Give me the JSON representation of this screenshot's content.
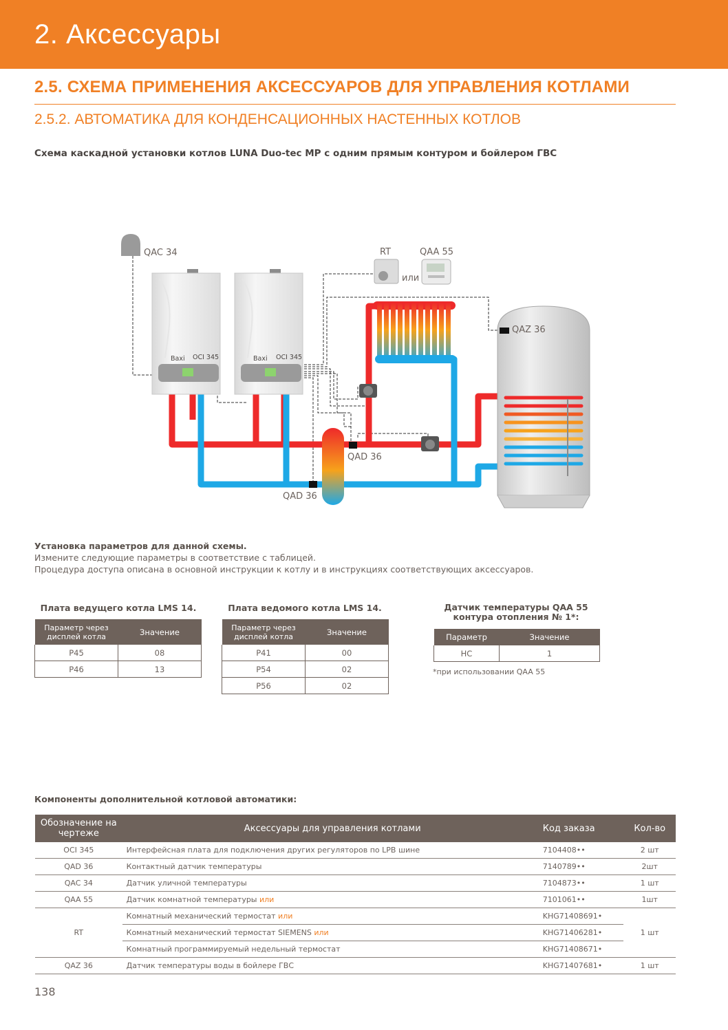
{
  "header": {
    "title": "2. Аксессуары"
  },
  "section": {
    "h1": "2.5. СХЕМА ПРИМЕНЕНИЯ АКСЕССУАРОВ ДЛЯ УПРАВЛЕНИЯ КОТЛАМИ",
    "h2": "2.5.2. АВТОМАТИКА ДЛЯ КОНДЕНСАЦИОННЫХ НАСТЕННЫХ КОТЛОВ",
    "subtitle": "Схема каскадной установки котлов LUNA Duo-tec MP с одним прямым контуром и бойлером ГВС"
  },
  "diagram": {
    "qac": "QAC 34",
    "rt": "RT",
    "qaa": "QAA 55",
    "or": "или",
    "oci_1": "OCI 345",
    "oci_2": "OCI 345",
    "qaz": "QAZ 36",
    "qad_1": "QAD 36",
    "qad_2": "QAD 36",
    "brand_1": "Baxi",
    "brand_2": "Baxi"
  },
  "setup": {
    "title": "Установка параметров для данной схемы.",
    "line1": "Измените следующие параметры в соответствие с таблицей.",
    "line2": "Процедура доступа описана в основной инструкции к котлу и в инструкциях соответствующих аксессуаров."
  },
  "table1": {
    "caption": "Плата ведущего котла LMS 14.",
    "head_param": "Параметр через дисплей котла",
    "head_value": "Значение",
    "rows": [
      [
        "P45",
        "08"
      ],
      [
        "P46",
        "13"
      ]
    ]
  },
  "table2": {
    "caption": "Плата ведомого котла LMS 14.",
    "head_param": "Параметр через дисплей котла",
    "head_value": "Значение",
    "rows": [
      [
        "P41",
        "00"
      ],
      [
        "P54",
        "02"
      ],
      [
        "P56",
        "02"
      ]
    ]
  },
  "table3": {
    "caption_1": "Датчик температуры QAA 55",
    "caption_2": "контура отопления № 1*:",
    "head_param": "Параметр",
    "head_value": "Значение",
    "rows": [
      [
        "HC",
        "1"
      ]
    ],
    "note": "*при использовании QAA 55"
  },
  "components": {
    "caption": "Компоненты дополнительной котловой автоматики:",
    "head_code": "Обозначение на чертеже",
    "head_desc": "Аксессуары для управления котлами",
    "head_order": "Код заказа",
    "head_qty": "Кол-во",
    "rows": [
      {
        "code": "OCI 345",
        "desc": "Интерфейсная плата для подключения других регуляторов по LPB шине",
        "or": "",
        "order": "7104408••",
        "qty": "2 шт"
      },
      {
        "code": "QAD 36",
        "desc": "Контактный датчик температуры",
        "or": "",
        "order": "7140789••",
        "qty": "2шт"
      },
      {
        "code": "QAC 34",
        "desc": "Датчик уличной температуры",
        "or": "",
        "order": "7104873••",
        "qty": "1 шт"
      },
      {
        "code": "QAA 55",
        "desc": "Датчик комнатной температуры ",
        "or": "или",
        "order": "7101061••",
        "qty": "1шт"
      },
      {
        "code": "RT",
        "desc": "Комнатный механический термостат ",
        "or": "или",
        "order": "KHG71408691•",
        "qty": "1 шт"
      },
      {
        "code": "",
        "desc": "Комнатный механический термостат SIEMENS ",
        "or": "или",
        "order": "KHG71406281•",
        "qty": ""
      },
      {
        "code": "",
        "desc": "Комнатный программируемый недельный термостат",
        "or": "",
        "order": "KHG71408671•",
        "qty": ""
      },
      {
        "code": "QAZ 36",
        "desc": "Датчик температуры воды в бойлере ГВС",
        "or": "",
        "order": "KHG71407681•",
        "qty": "1 шт"
      }
    ]
  },
  "page": {
    "number": "138"
  },
  "colors": {
    "accent": "#f08025",
    "table_head": "#6e625b",
    "hot": "#ee2a2a",
    "cold": "#1ea8e6"
  }
}
